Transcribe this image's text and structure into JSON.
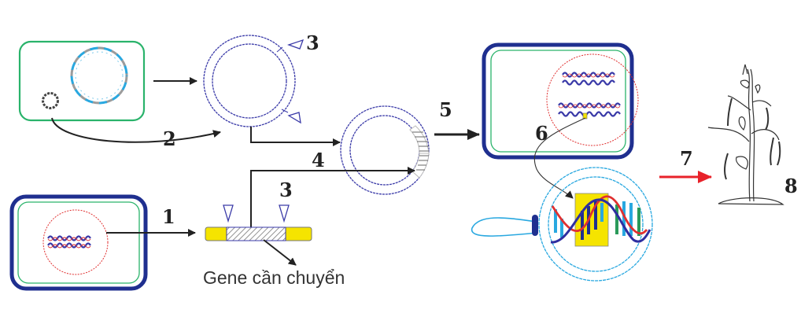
{
  "labels": {
    "step1": "1",
    "step2": "2",
    "step3_top": "3",
    "step3_bottom": "3",
    "step4": "4",
    "step5": "5",
    "step6": "6",
    "step7": "7",
    "step8": "8"
  },
  "caption": "Gene cần chuyển",
  "colors": {
    "cell_wall": "#1f2f8f",
    "membrane": "#2ab36b",
    "plasmid": "#3a3aa8",
    "nucleus": "#e03030",
    "gene_yellow": "#f5e400",
    "arrow_red": "#e8222a",
    "magnifier": "#29a8e0"
  }
}
